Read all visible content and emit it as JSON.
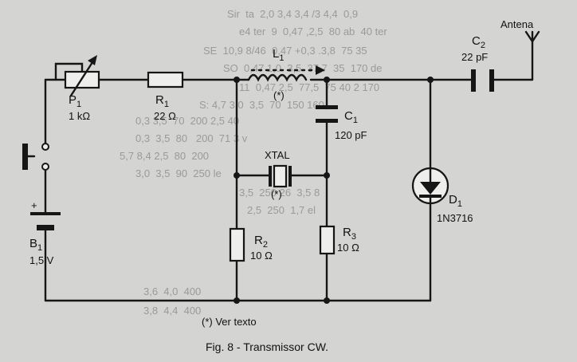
{
  "background_text": [
    "Sir  ta  2,0 3,4 3,4 /3 4,4  0,9",
    "e4 ter  9  0,47 ,2,5  80 ab  40 ter",
    "SE  10,9 8/46  0,47 +0,3 .3,8  75 35",
    "SO  0,47 1,0  3,5  37,7  35  170 de",
    "11  0,47 2,5  77,5  75 40 2 170",
    "S: 4,7 3,0  3,5  70  150 160",
    "0,3 3,5  70  200 2,5 40",
    "0,3  3,5  80   200  71 3 v",
    "5,7 8,4 2,5  80  200",
    "3,0  3,5  90  250 le",
    "3,5  250 26  3,5 8",
    "2,5  250  1,7 el",
    "3,6  4,0  400",
    "3,8  4,4  400"
  ],
  "components": {
    "P1": {
      "ref": "P",
      "sub": "1",
      "value": "1 kΩ"
    },
    "R1": {
      "ref": "R",
      "sub": "1",
      "value": "22 Ω"
    },
    "L1": {
      "ref": "L",
      "sub": "1",
      "note": "(*)"
    },
    "C1": {
      "ref": "C",
      "sub": "1",
      "value": "120 pF"
    },
    "C2": {
      "ref": "C",
      "sub": "2",
      "value": "22 pF"
    },
    "XTAL": {
      "ref": "XTAL",
      "note": "(*)"
    },
    "D1": {
      "ref": "D",
      "sub": "1",
      "value": "1N3716"
    },
    "R2": {
      "ref": "R",
      "sub": "2",
      "value": "10 Ω"
    },
    "R3": {
      "ref": "R",
      "sub": "3",
      "value": "10 Ω"
    },
    "B1": {
      "ref": "B",
      "sub": "1",
      "value": "1,5 V",
      "polarity": "+"
    }
  },
  "antenna": {
    "label": "Antena"
  },
  "footnote": "(*) Ver texto",
  "caption": "Fig. 8 - Transmissor CW."
}
